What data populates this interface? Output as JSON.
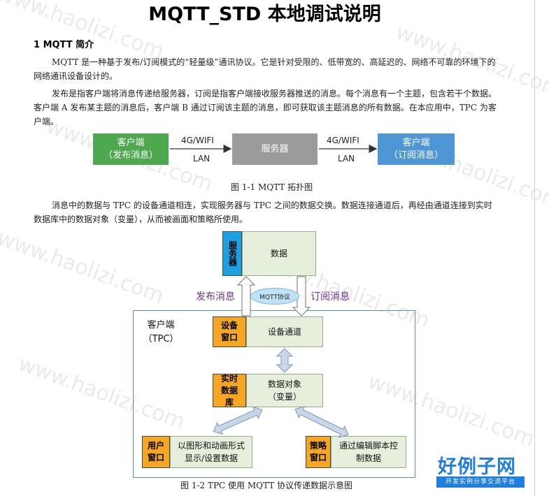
{
  "document": {
    "title": "MQTT_STD 本地调试说明",
    "section": {
      "heading": "1 MQTT 简介"
    },
    "paragraphs": [
      "MQTT 是一种基于发布/订阅模式的“轻量级”通讯协议。它是针对受限的、低带宽的、高延迟的、网络不可靠的环境下的网络通讯设备设计的。",
      "发布是指客户端将消息传递给服务器，订阅是指客户端接收服务器推送的消息。每个消息有一个主题，包含若干个数据。客户端 A 发布某主题的消息后，客户端 B 通过订阅该主题的消息，即可获取该主题消息的所有数据。在本应用中，TPC 为客户端。",
      "消息中的数据与 TPC 的设备通道相连，实现服务器与 TPC 之间的数据交换。数据连接通道后，再经由通道连接到实时数据库中的数据对象（变量），从而被画面和策略所使用。"
    ]
  },
  "figure1": {
    "caption": "图 1-1 MQTT 拓扑图",
    "client_publish": {
      "line1": "客户端",
      "line2": "（发布消息）"
    },
    "server": "服务器",
    "client_subscribe": {
      "line1": "客户端",
      "line2": "（订阅消息）"
    },
    "link_left": {
      "top": "4G/WIFI",
      "bottom": "LAN"
    },
    "link_right": {
      "top": "4G/WIFI",
      "bottom": "LAN"
    }
  },
  "figure2": {
    "caption": "图 1-2 TPC 使用 MQTT 协议传递数据示意图",
    "server_tag": "服务器",
    "server_data": "数据",
    "publish_label": "发布消息",
    "subscribe_label": "订阅消息",
    "protocol_oval": "MQTT协议",
    "tpc_label": {
      "line1": "客户端",
      "line2": "（TPC）"
    },
    "device_tag": "设备窗口",
    "device_box": "设备通道",
    "rtdb_tag": "实时数据库",
    "rtdb_box": {
      "line1": "数据对象",
      "line2": "（变量）"
    },
    "user_tag": "用户窗口",
    "user_box": "以图形和动画形式显示/设置数据",
    "strategy_tag": "策略窗口",
    "strategy_box": "通过编辑脚本控制数据"
  },
  "watermark": {
    "text": "www.haolizi.com"
  },
  "logo": {
    "main": "好例子网",
    "sub": "开发实例分享交流平台"
  },
  "colors": {
    "topo_green": "#4ea84e",
    "topo_gray": "#9b9b9b",
    "topo_blue": "#4f97d4",
    "tag_orange": "#f5a623",
    "tag_blue": "#1ba1e2",
    "box_green": "#e6efdb",
    "label_purple": "#7030a0",
    "logo_blue": "#1f7fe0"
  }
}
